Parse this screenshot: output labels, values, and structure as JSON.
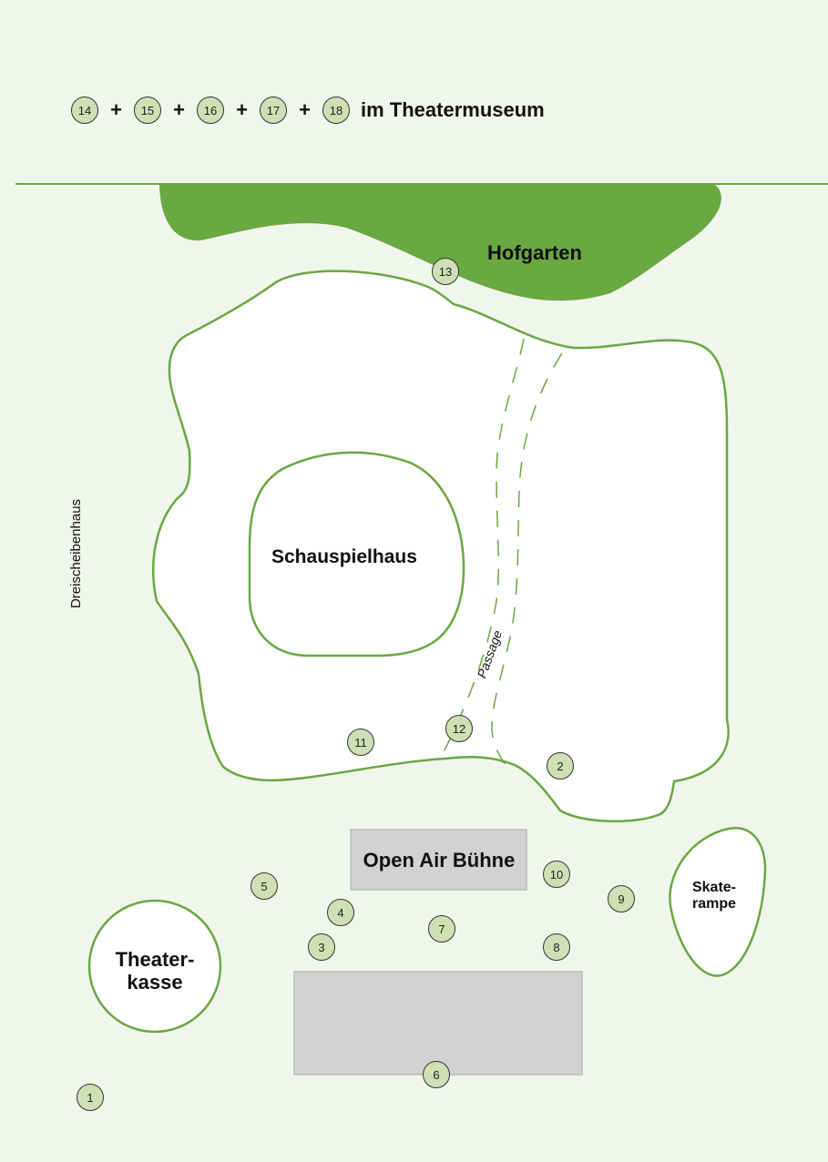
{
  "legend": {
    "markers": [
      "14",
      "15",
      "16",
      "17",
      "18"
    ],
    "separator": "+",
    "text": "im Theatermuseum"
  },
  "labels": {
    "hofgarten": "Hofgarten",
    "schauspielhaus": "Schauspielhaus",
    "dreischeibenhaus": "Dreischeibenhaus",
    "passage": "Passage",
    "open_air_buehne": "Open Air Bühne",
    "theaterkasse_line1": "Theater-",
    "theaterkasse_line2": "kasse",
    "skaterampe_line1": "Skate-",
    "skaterampe_line2": "rampe"
  },
  "markers": {
    "m1": "1",
    "m2": "2",
    "m3": "3",
    "m4": "4",
    "m5": "5",
    "m6": "6",
    "m7": "7",
    "m8": "8",
    "m9": "9",
    "m10": "10",
    "m11": "11",
    "m12": "12",
    "m13": "13"
  },
  "colors": {
    "background": "#f1f6ec",
    "green": "#6aa842",
    "marker_fill": "#cfe0b4",
    "stage_gray": "#d2d2d2"
  }
}
